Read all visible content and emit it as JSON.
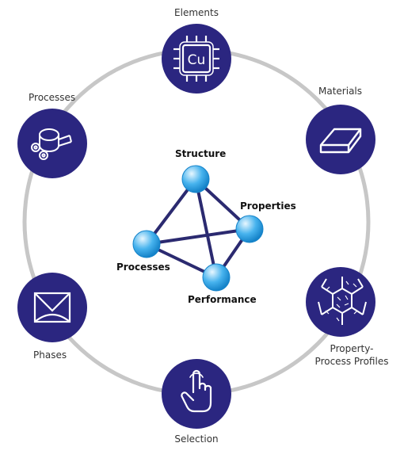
{
  "colors": {
    "ring": "#c7c7c7",
    "node_fill": "#2b2680",
    "icon_stroke": "#ffffff",
    "edge": "#2b2a70",
    "sphere_light": "#e8f7ff",
    "sphere_mid": "#47b3ee",
    "sphere_dark": "#1583c9"
  },
  "ring_nodes": [
    {
      "id": "elements",
      "label": "Elements",
      "icon": "element-cu-icon",
      "icon_text": "Cu"
    },
    {
      "id": "materials",
      "label": "Materials",
      "icon": "ingot-icon"
    },
    {
      "id": "property-process-profiles",
      "label_lines": [
        "Property-",
        "Process Profiles"
      ],
      "icon": "microstructure-icon"
    },
    {
      "id": "selection",
      "label": "Selection",
      "icon": "pointer-hand-icon"
    },
    {
      "id": "phases",
      "label": "Phases",
      "icon": "phase-diagram-icon"
    },
    {
      "id": "processes",
      "label": "Processes",
      "icon": "rolling-mill-icon"
    }
  ],
  "tetrahedron": {
    "vertices": [
      {
        "id": "structure",
        "label": "Structure"
      },
      {
        "id": "properties",
        "label": "Properties"
      },
      {
        "id": "performance",
        "label": "Performance"
      },
      {
        "id": "processes",
        "label": "Processes"
      }
    ],
    "edges": [
      [
        "structure",
        "properties"
      ],
      [
        "structure",
        "processes"
      ],
      [
        "structure",
        "performance"
      ],
      [
        "properties",
        "performance"
      ],
      [
        "properties",
        "processes"
      ],
      [
        "processes",
        "performance"
      ]
    ]
  }
}
